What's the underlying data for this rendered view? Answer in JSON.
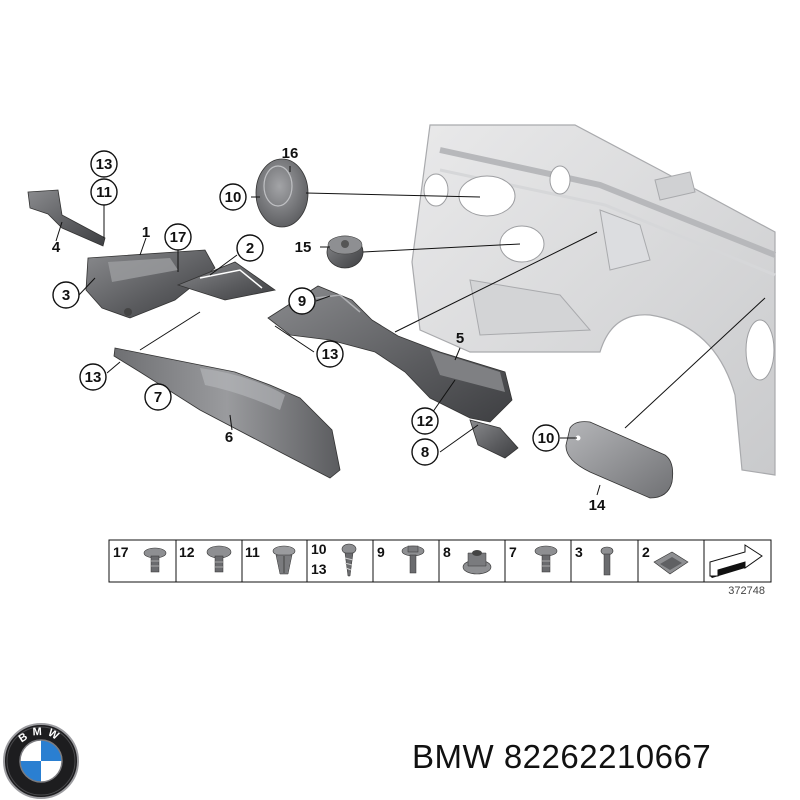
{
  "diagram": {
    "callouts": [
      "13",
      "11",
      "4",
      "3",
      "1",
      "17",
      "2",
      "10",
      "16",
      "15",
      "9",
      "13",
      "13",
      "7",
      "6",
      "5",
      "12",
      "8",
      "10",
      "14"
    ],
    "legend": {
      "cells": [
        {
          "nums": [
            "17"
          ]
        },
        {
          "nums": [
            "12"
          ]
        },
        {
          "nums": [
            "11"
          ]
        },
        {
          "nums": [
            "10",
            "13"
          ]
        },
        {
          "nums": [
            "9"
          ]
        },
        {
          "nums": [
            "8"
          ]
        },
        {
          "nums": [
            "7"
          ]
        },
        {
          "nums": [
            "3"
          ]
        },
        {
          "nums": [
            "2"
          ]
        },
        {
          "nums": []
        }
      ]
    },
    "code": "372748"
  },
  "brand": {
    "name": "BMW",
    "part_number": "82262210667",
    "logo_letters": "BMW"
  }
}
